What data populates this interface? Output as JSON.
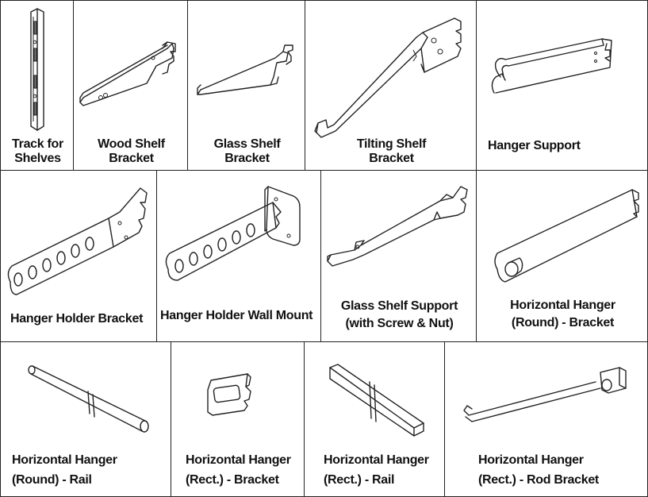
{
  "items": [
    {
      "label_1": "Track for",
      "label_2": "Shelves",
      "icon": "track-for-shelves-icon"
    },
    {
      "label_1": "Wood Shelf",
      "label_2": "Bracket",
      "icon": "wood-shelf-bracket-icon"
    },
    {
      "label_1": "Glass Shelf",
      "label_2": "Bracket",
      "icon": "glass-shelf-bracket-icon"
    },
    {
      "label_1": "Tilting Shelf",
      "label_2": "Bracket",
      "icon": "tilting-shelf-bracket-icon"
    },
    {
      "label_1": "Hanger Support",
      "label_2": "",
      "icon": "hanger-support-icon"
    },
    {
      "label_1": "Hanger Holder Bracket",
      "label_2": "",
      "icon": "hanger-holder-bracket-icon"
    },
    {
      "label_1": "Hanger Holder Wall Mount",
      "label_2": "",
      "icon": "hanger-holder-wall-mount-icon"
    },
    {
      "label_1": "Glass Shelf Support",
      "label_2": "(with Screw & Nut)",
      "icon": "glass-shelf-support-icon"
    },
    {
      "label_1": "Horizontal Hanger",
      "label_2": "(Round) - Bracket",
      "icon": "horizontal-hanger-round-bracket-icon"
    },
    {
      "label_1": "Horizontal Hanger",
      "label_2": "(Round) - Rail",
      "icon": "horizontal-hanger-round-rail-icon"
    },
    {
      "label_1": "Horizontal Hanger",
      "label_2": "(Rect.) - Bracket",
      "icon": "horizontal-hanger-rect-bracket-icon"
    },
    {
      "label_1": "Horizontal Hanger",
      "label_2": "(Rect.) - Rail",
      "icon": "horizontal-hanger-rect-rail-icon"
    },
    {
      "label_1": "Horizontal Hanger",
      "label_2": "(Rect.) - Rod Bracket",
      "icon": "horizontal-hanger-rect-rod-bracket-icon"
    }
  ]
}
